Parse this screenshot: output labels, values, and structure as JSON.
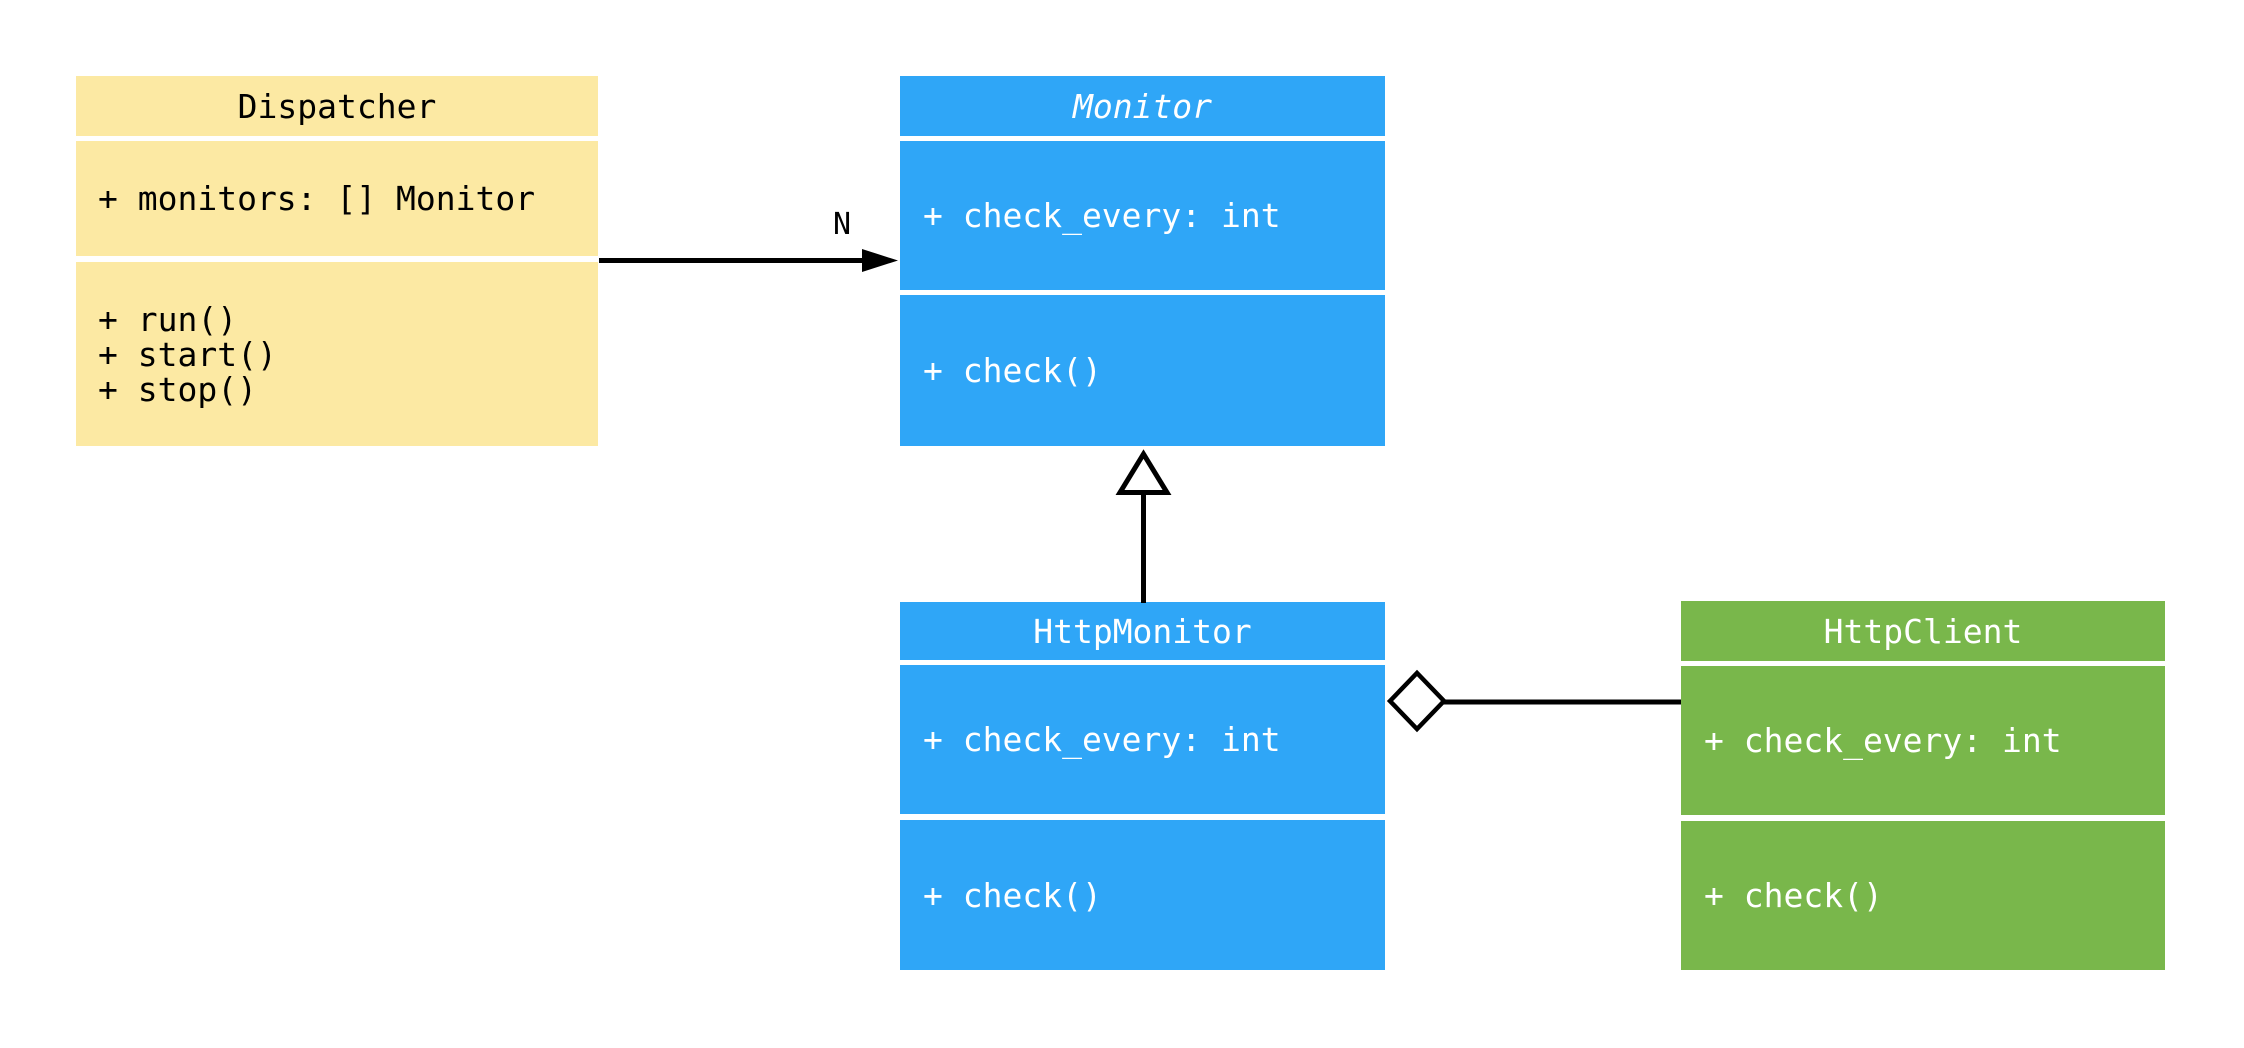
{
  "diagram_type": "uml-class-diagram",
  "classes": [
    {
      "name": "Dispatcher",
      "is_abstract": false,
      "fill_color": "#FCE9A3",
      "text_color": "#000000",
      "attributes": [
        "+ monitors: [] Monitor"
      ],
      "methods": [
        "+ run()",
        "+ start()",
        "+ stop()"
      ]
    },
    {
      "name": "Monitor",
      "is_abstract": true,
      "fill_color": "#2FA6F7",
      "text_color": "#FFFFFF",
      "attributes": [
        "+ check_every: int"
      ],
      "methods": [
        "+ check()"
      ]
    },
    {
      "name": "HttpMonitor",
      "is_abstract": false,
      "fill_color": "#2FA6F7",
      "text_color": "#FFFFFF",
      "attributes": [
        "+ check_every: int"
      ],
      "methods": [
        "+ check()"
      ]
    },
    {
      "name": "HttpClient",
      "is_abstract": false,
      "fill_color": "#79B74B",
      "text_color": "#FFFFFF",
      "attributes": [
        "+ check_every: int"
      ],
      "methods": [
        "+ check()"
      ]
    }
  ],
  "relationships": [
    {
      "type": "association",
      "from": "Dispatcher",
      "to": "Monitor",
      "multiplicity_label": "N"
    },
    {
      "type": "generalization",
      "from": "HttpMonitor",
      "to": "Monitor",
      "multiplicity_label": ""
    },
    {
      "type": "aggregation",
      "from": "HttpMonitor",
      "to": "HttpClient",
      "multiplicity_label": ""
    }
  ],
  "edge_color": "#000000",
  "background_color": "#FFFFFF"
}
